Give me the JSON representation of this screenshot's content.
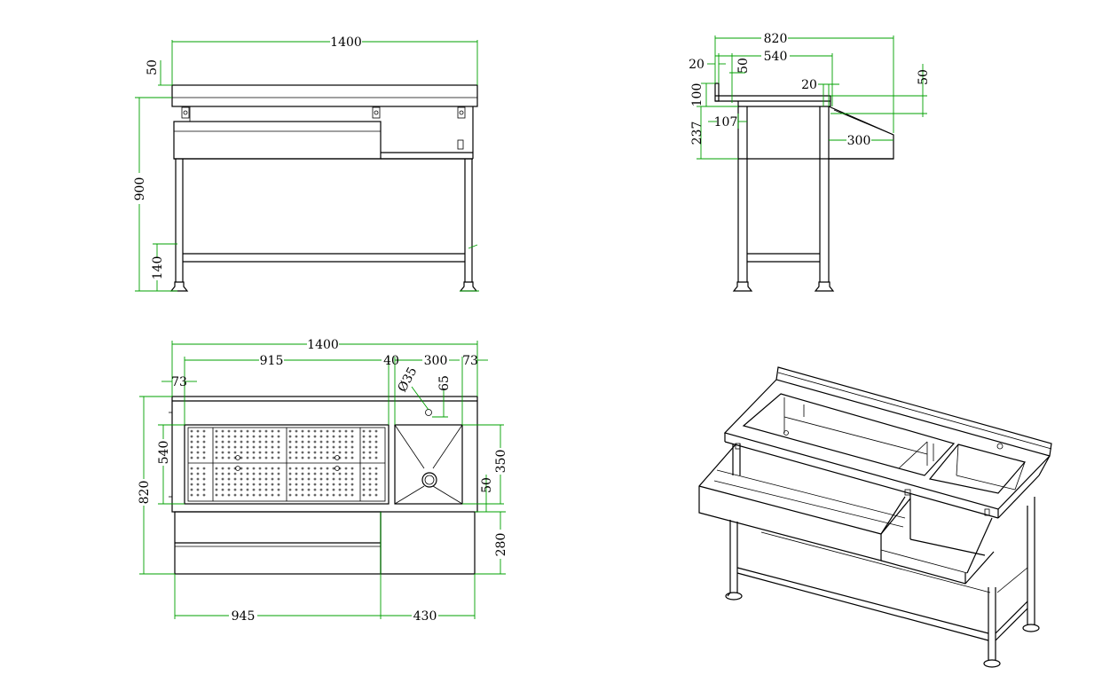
{
  "front_view": {
    "width": "1400",
    "top_thickness": "50",
    "height": "900",
    "shelf_height": "140"
  },
  "side_view": {
    "depth": "820",
    "inner_depth": "540",
    "upstand": "20",
    "upstand_top": "50",
    "lip": "20",
    "lip_height": "50",
    "upstand_height": "100",
    "offset": "107",
    "speed_rail_height": "237",
    "speed_rail_width": "300"
  },
  "top_view": {
    "width": "1400",
    "well_length": "915",
    "gap": "40",
    "sink_width": "300",
    "margin_right": "73",
    "margin_left": "73",
    "tap_hole": "Ø35",
    "tap_offset": "65",
    "well_depth": "540",
    "overall_depth": "820",
    "sink_depth": "350",
    "drain_offset": "50",
    "rail_depth": "280",
    "left_section": "945",
    "right_section": "430"
  }
}
